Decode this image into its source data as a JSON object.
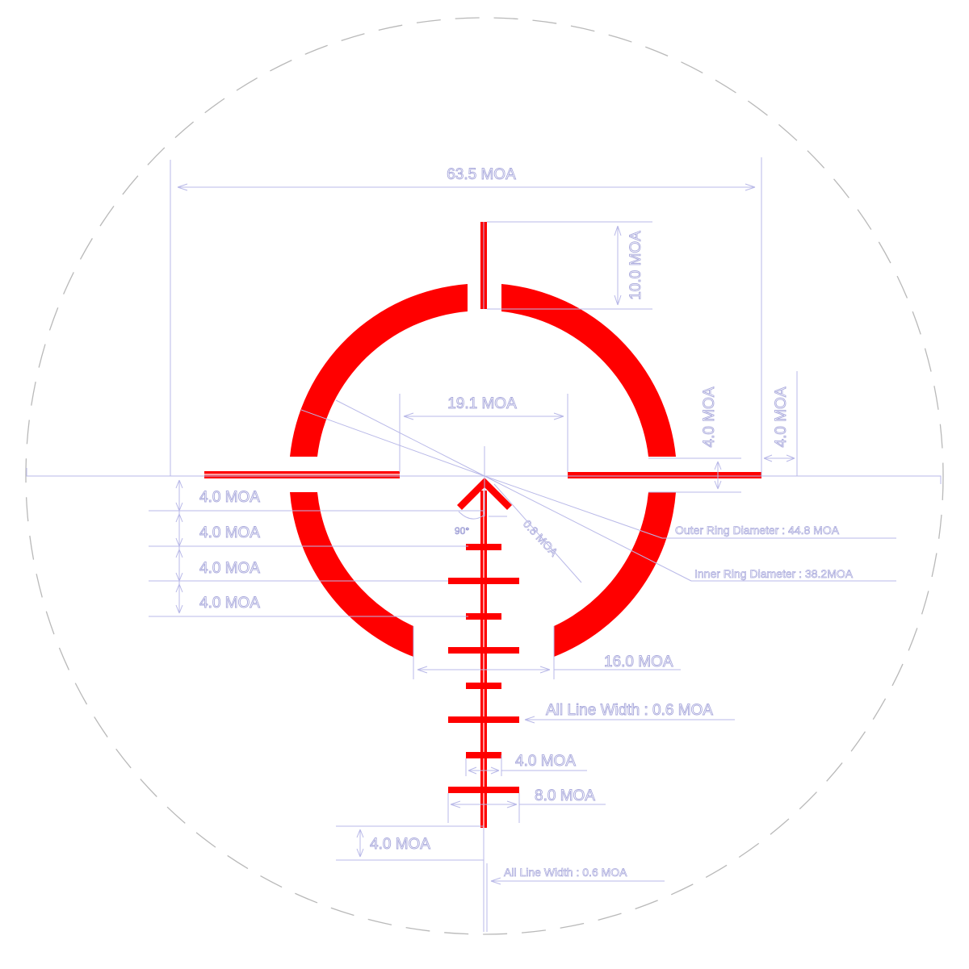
{
  "colors": {
    "reticle": "#ff0000",
    "dimension": "#b9b9e8",
    "background": "#ffffff"
  },
  "labels": {
    "width_total": "63.5 MOA",
    "top_post": "10.0 MOA",
    "inner_gap": "19.1 MOA",
    "right_post_h1": "4.0 MOA",
    "right_post_h2": "4.0 MOA",
    "left_spacing_1": "4.0 MOA",
    "left_spacing_2": "4.0 MOA",
    "left_spacing_3": "4.0 MOA",
    "left_spacing_4": "4.0 MOA",
    "chevron_angle": "90°",
    "chevron_size": "0.8 MOA",
    "outer_ring": "Outer Ring Diameter : 44.8 MOA",
    "inner_ring": "Inner Ring Diameter : 38.2MOA",
    "bottom_gap": "16.0 MOA",
    "line_width_1": "All Line Width : 0.6 MOA",
    "small_tick": "4.0 MOA",
    "large_tick": "8.0 MOA",
    "bottom_post": "4.0 MOA",
    "line_width_2": "All Line Width : 0.6 MOA"
  }
}
